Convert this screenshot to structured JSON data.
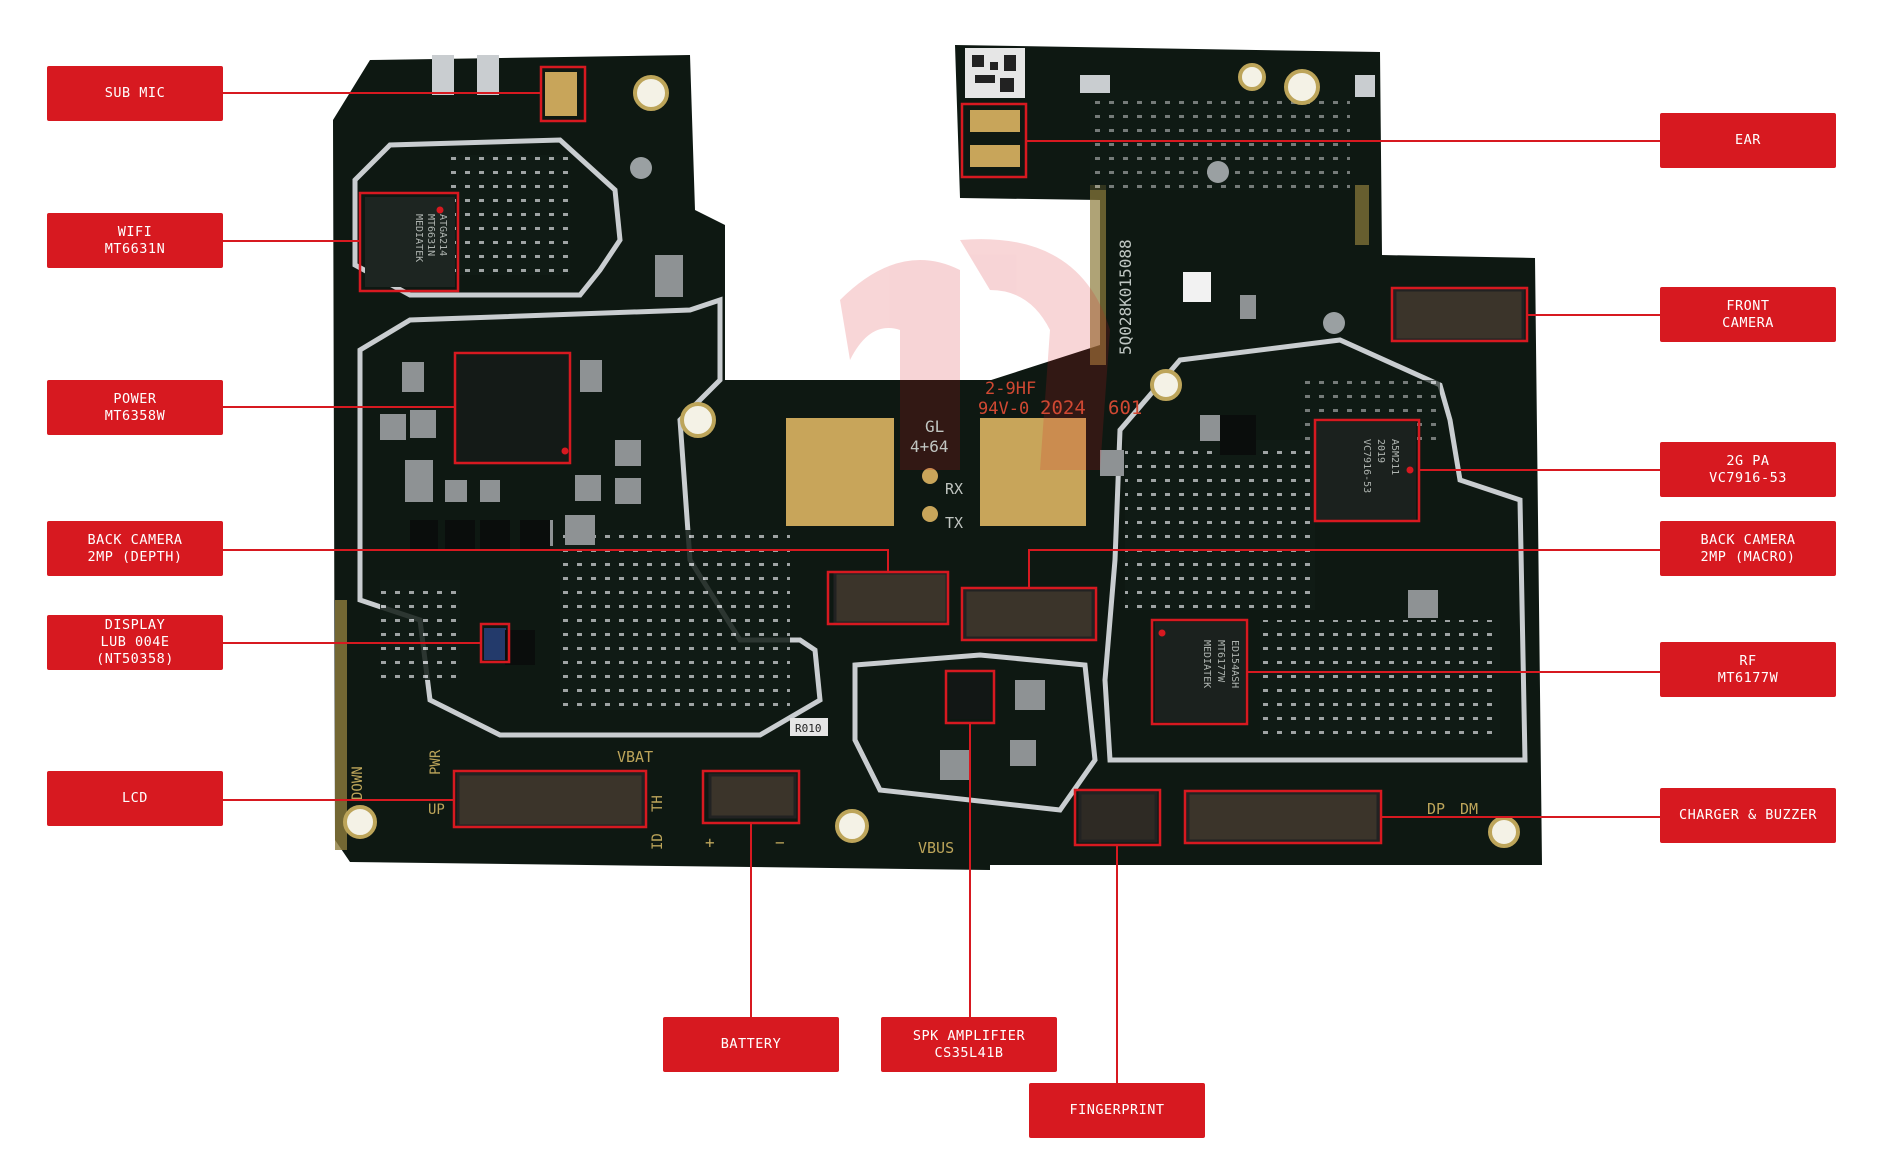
{
  "labels": {
    "sub_mic": [
      "SUB MIC"
    ],
    "wifi": [
      "WIFI",
      "MT6631N"
    ],
    "power": [
      "POWER",
      "MT6358W"
    ],
    "back_camera_depth": [
      "BACK CAMERA",
      "2MP (DEPTH)"
    ],
    "display": [
      "DISPLAY",
      "LUB 004E",
      "(NT50358)"
    ],
    "lcd": [
      "LCD"
    ],
    "ear": [
      "EAR"
    ],
    "front_camera": [
      "FRONT",
      "CAMERA"
    ],
    "pa_2g": [
      "2G PA",
      "VC7916-53"
    ],
    "back_camera_macro": [
      "BACK CAMERA",
      "2MP (MACRO)"
    ],
    "rf": [
      "RF",
      "MT6177W"
    ],
    "charger_buzzer": [
      "CHARGER & BUZZER"
    ],
    "battery": [
      "BATTERY"
    ],
    "spk_amplifier": [
      "SPK AMPLIFIER",
      "CS35L41B"
    ],
    "fingerprint": [
      "FINGERPRINT"
    ]
  },
  "board_text": {
    "serial": "5Q028K015088",
    "fab_1": "2-9HF",
    "fab_2": "94V-0",
    "year": "2024",
    "code": "601",
    "gl": "GL",
    "gl_ver": "4+64",
    "rx": "RX",
    "tx": "TX",
    "vbat": "VBAT",
    "vbus": "VBUS",
    "dp": "DP",
    "dm": "DM",
    "pwr": "PWR",
    "down": "DOWN",
    "up": "UP",
    "id": "ID",
    "th": "TH",
    "plus": "+",
    "minus": "−",
    "r010": "R010"
  },
  "chips": {
    "wifi": [
      "MEDIATEK",
      "MT6631N",
      "ATGA214"
    ],
    "pa": [
      "VC7916-53",
      "2019",
      "A5M211"
    ],
    "rf": [
      "MEDIATEK",
      "MT6177W",
      "ED154ASH"
    ]
  },
  "colors": {
    "board": "#0f1a14",
    "accent": "#d71920",
    "gold": "#c8a55a",
    "silver": "#c9cdd0"
  }
}
